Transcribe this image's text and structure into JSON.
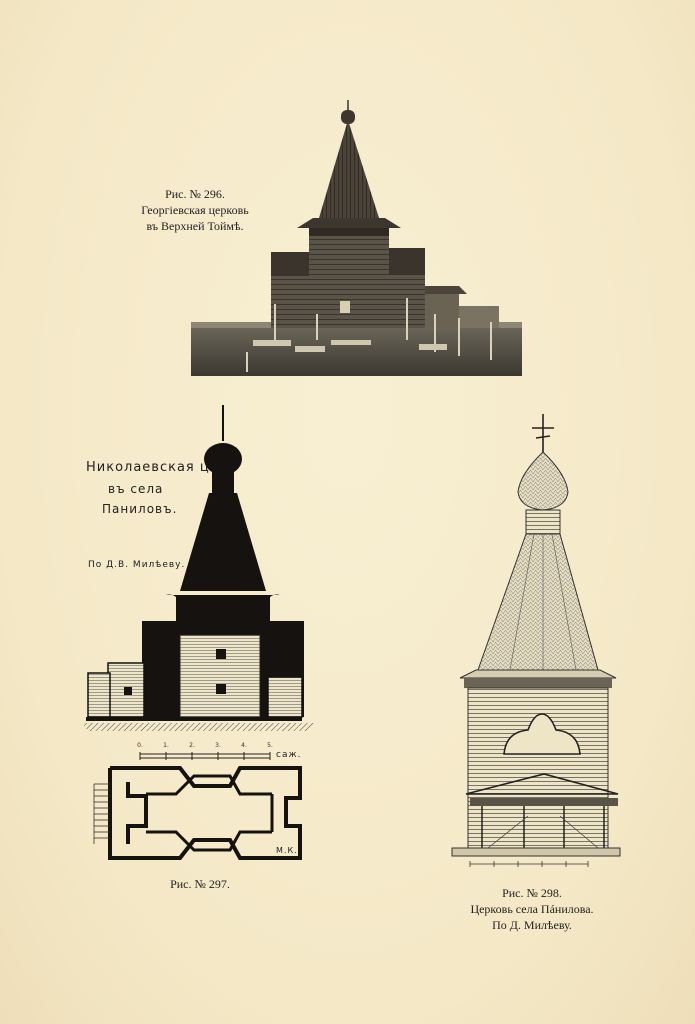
{
  "fig296": {
    "number": "Рис. № 296.",
    "title_line1": "Георгiевская церковь",
    "title_line2": "въ Верхней Тоймѣ."
  },
  "fig297": {
    "hand_title1": "Николаевская ц.",
    "hand_title2": "въ села",
    "hand_title3": "Паниловъ.",
    "hand_author": "По Д.В. Милѣеву.",
    "scale_unit": "саж.",
    "scale_ticks": [
      "0.",
      "1.",
      "2.",
      "3.",
      "4.",
      "5."
    ],
    "monogram": "М.К.",
    "number": "Рис. № 297."
  },
  "fig298": {
    "number": "Рис. № 298.",
    "title_line1": "Церковь села Пáнилова.",
    "title_line2": "По Д. Милѣеву."
  }
}
